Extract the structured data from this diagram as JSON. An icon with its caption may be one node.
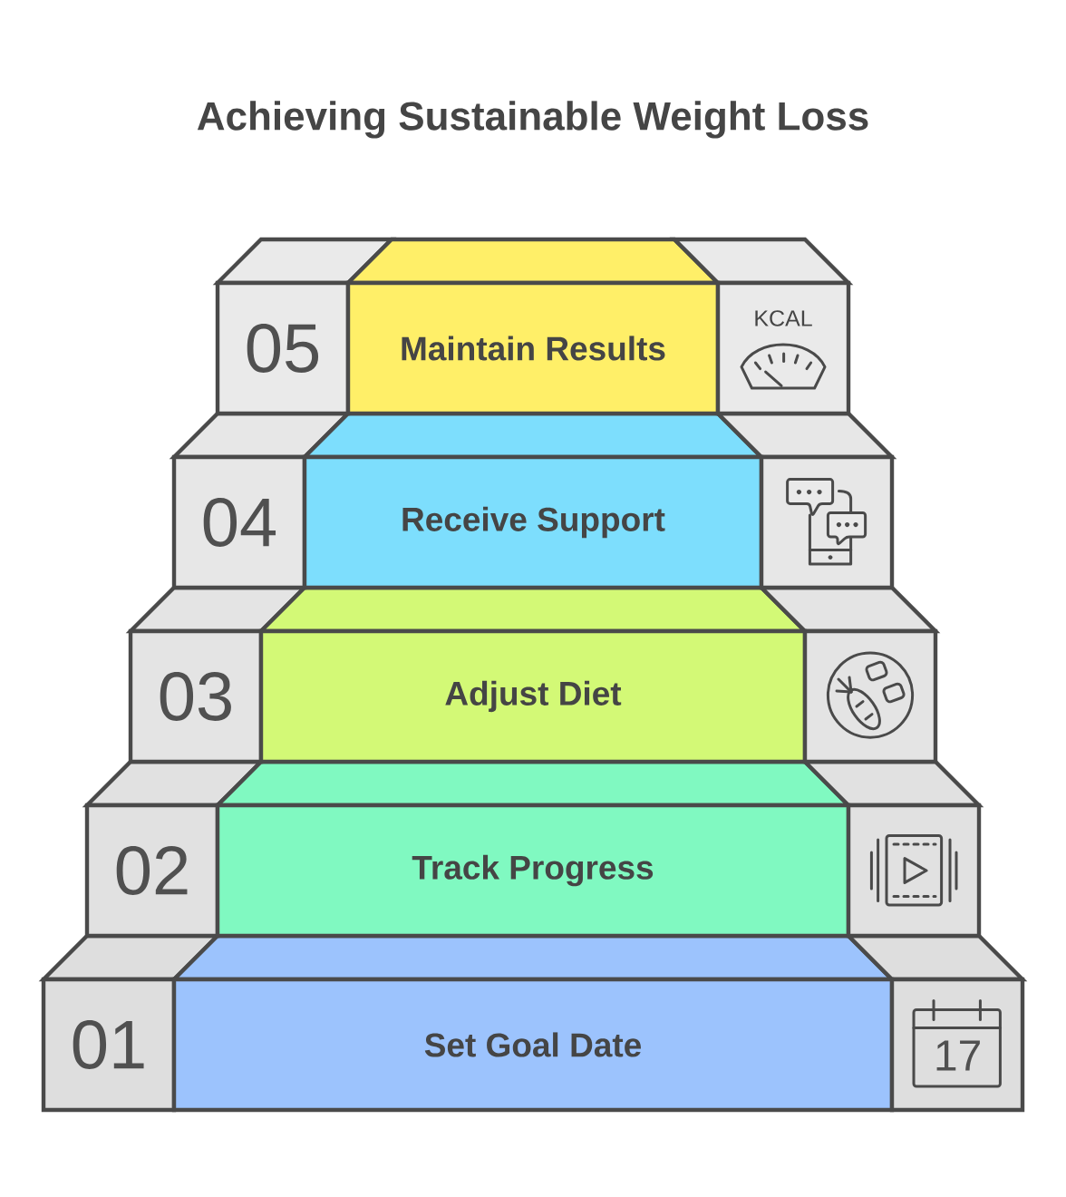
{
  "diagram": {
    "title": "Achieving Sustainable Weight Loss",
    "nodes": [
      {
        "text": [
          "05"
        ]
      },
      {
        "text": [
          "Maintain Results"
        ]
      },
      {
        "text": [
          "KCAL"
        ]
      },
      {
        "text": [
          "04"
        ]
      },
      {
        "text": [
          "Receive Support"
        ]
      },
      {
        "text": [],
        "shape": "box"
      },
      {
        "text": [
          "03"
        ]
      },
      {
        "text": [
          "Adjust Diet"
        ]
      },
      {
        "text": [],
        "shape": "box"
      },
      {
        "text": [
          "02"
        ]
      },
      {
        "text": [
          "Track Progress"
        ]
      },
      {
        "text": [],
        "shape": "box"
      },
      {
        "text": [
          "01"
        ]
      },
      {
        "text": [
          "Set Goal Date"
        ]
      },
      {
        "text": [
          "17"
        ]
      }
    ]
  }
}
